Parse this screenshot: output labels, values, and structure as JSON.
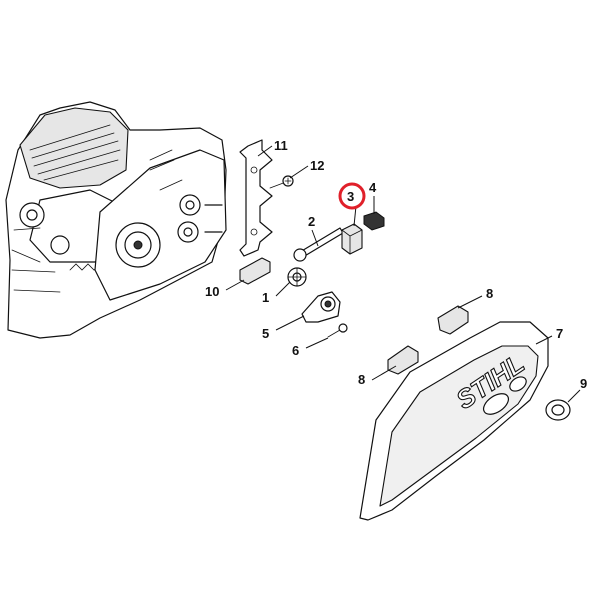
{
  "highlight_color": "#e0202a",
  "highlighted_part": "3",
  "brand_text": "STIHL",
  "callouts": [
    {
      "id": "1",
      "label": "1"
    },
    {
      "id": "2",
      "label": "2"
    },
    {
      "id": "3",
      "label": "3"
    },
    {
      "id": "4",
      "label": "4"
    },
    {
      "id": "5",
      "label": "5"
    },
    {
      "id": "6",
      "label": "6"
    },
    {
      "id": "7",
      "label": "7"
    },
    {
      "id": "8a",
      "label": "8"
    },
    {
      "id": "8b",
      "label": "8"
    },
    {
      "id": "9",
      "label": "9"
    },
    {
      "id": "10",
      "label": "10"
    },
    {
      "id": "11",
      "label": "11"
    },
    {
      "id": "12",
      "label": "12"
    }
  ]
}
